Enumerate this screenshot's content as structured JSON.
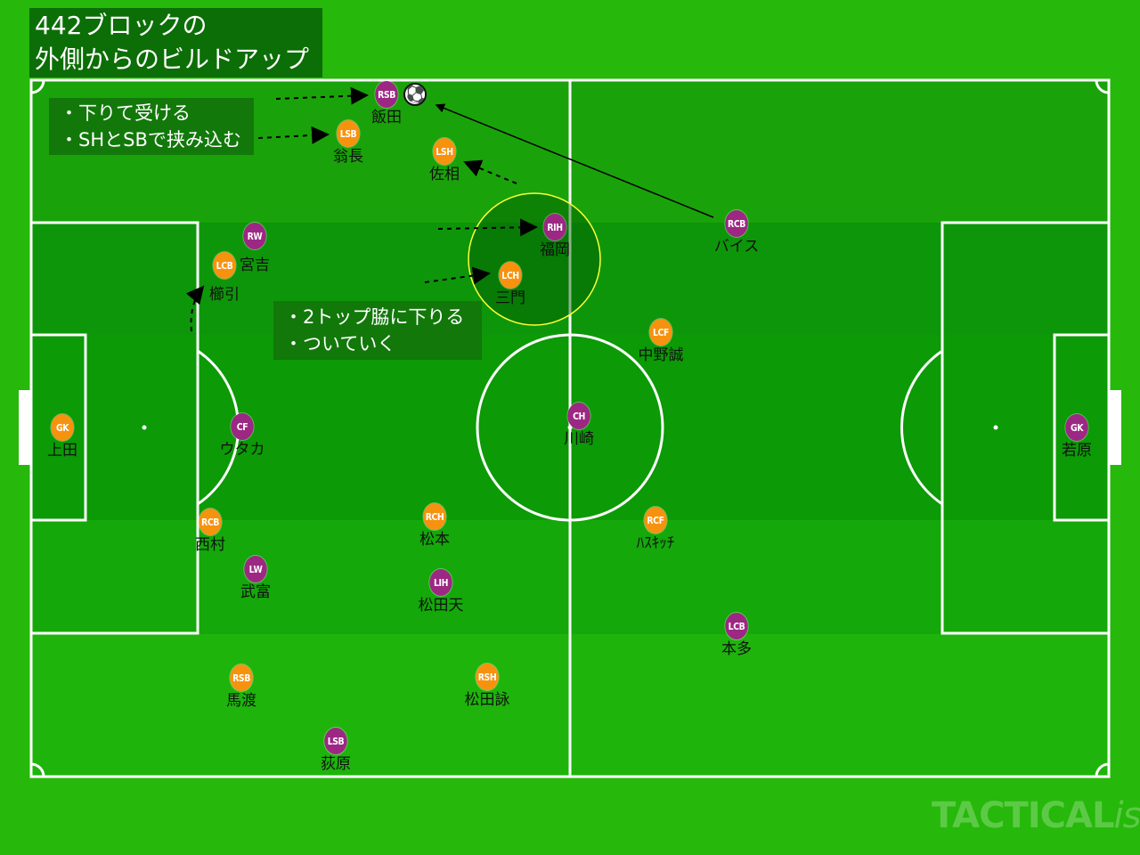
{
  "title": [
    "442ブロックの",
    "外側からのビルドアップ"
  ],
  "notes": [
    [
      "・下りて受ける",
      "・SHとSBで挟み込む"
    ],
    [
      "・2トップ脇に下りる",
      "・ついていく"
    ]
  ],
  "colors": {
    "pitch": "#26b80a",
    "line": "#ffffff",
    "team_orange": "#f7920f",
    "team_purple": "#9c2883",
    "highlight_circle": "#ffff33"
  },
  "ball_icon": "soccer-ball-icon",
  "brand": {
    "main": "TACTICAL",
    "sub": "ista"
  },
  "players": [
    {
      "team": "purple",
      "pos": "RSB",
      "name": "飯田"
    },
    {
      "team": "orange",
      "pos": "LSB",
      "name": "翁長"
    },
    {
      "team": "orange",
      "pos": "LSH",
      "name": "佐相"
    },
    {
      "team": "purple",
      "pos": "RIH",
      "name": "福岡"
    },
    {
      "team": "purple",
      "pos": "RCB",
      "name": "バイス"
    },
    {
      "team": "purple",
      "pos": "RW",
      "name": ""
    },
    {
      "team": "orange",
      "pos": "LCB",
      "name": ""
    },
    {
      "team": "orange",
      "pos": "LCH",
      "name": "三門"
    },
    {
      "team": "orange",
      "pos": "LCF",
      "name": "中野誠"
    },
    {
      "team": "purple",
      "pos": "CH",
      "name": "川崎"
    },
    {
      "team": "orange",
      "pos": "GK",
      "name": "上田"
    },
    {
      "team": "purple",
      "pos": "CF",
      "name": "ウタカ"
    },
    {
      "team": "purple",
      "pos": "GK",
      "name": "若原"
    },
    {
      "team": "orange",
      "pos": "RCB",
      "name": "西村"
    },
    {
      "team": "orange",
      "pos": "RCH",
      "name": "松本"
    },
    {
      "team": "orange",
      "pos": "RCF",
      "name": "ﾊｽｷｯﾁ"
    },
    {
      "team": "purple",
      "pos": "LW",
      "name": "武富"
    },
    {
      "team": "purple",
      "pos": "LIH",
      "name": "松田天"
    },
    {
      "team": "purple",
      "pos": "LCB",
      "name": "本多"
    },
    {
      "team": "orange",
      "pos": "RSB",
      "name": "馬渡"
    },
    {
      "team": "orange",
      "pos": "RSH",
      "name": "松田詠"
    },
    {
      "team": "purple",
      "pos": "LSB",
      "name": "荻原"
    }
  ],
  "extra_labels": [
    "宮吉",
    "櫛引"
  ]
}
